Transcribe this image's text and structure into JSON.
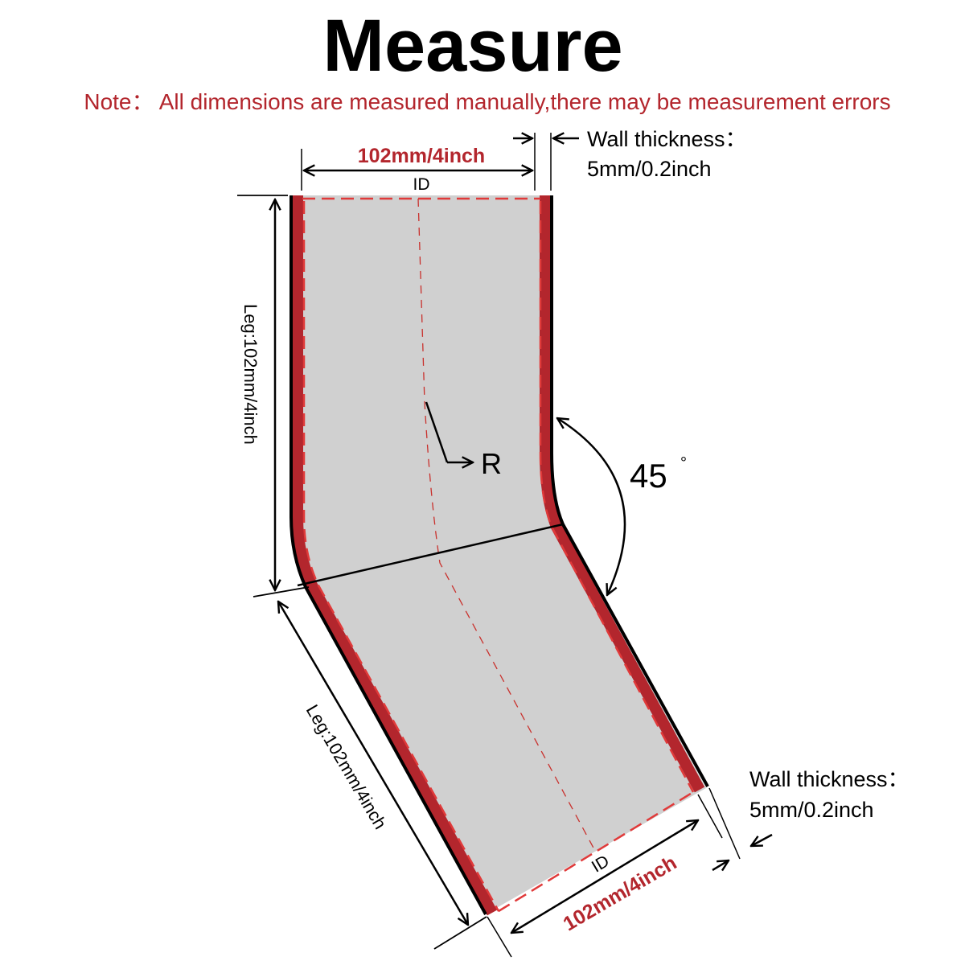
{
  "title": "Measure",
  "note": "Note： All dimensions are measured manually,there may be measurement errors",
  "colors": {
    "red": "#b3262d",
    "dash": "#e03a3a",
    "fill": "#d0d0d0",
    "outline": "#000000",
    "text": "#000000"
  },
  "top_end": {
    "id_dimension": "102mm/4inch",
    "id_label": "ID",
    "wall_label": "Wall thickness：",
    "wall_value": "5mm/0.2inch"
  },
  "bottom_end": {
    "id_dimension": "102mm/4inch",
    "id_label": "ID",
    "wall_label": "Wall thickness：",
    "wall_value": "5mm/0.2inch"
  },
  "leg_upper": "Leg:102mm/4inch",
  "leg_lower": "Leg:102mm/4inch",
  "radius_label": "R",
  "angle": {
    "value": "45",
    "unit": "°"
  },
  "icons": [
    "dimension-arrow-icon",
    "radius-arrow-icon",
    "angle-arc-arrow-icon"
  ]
}
